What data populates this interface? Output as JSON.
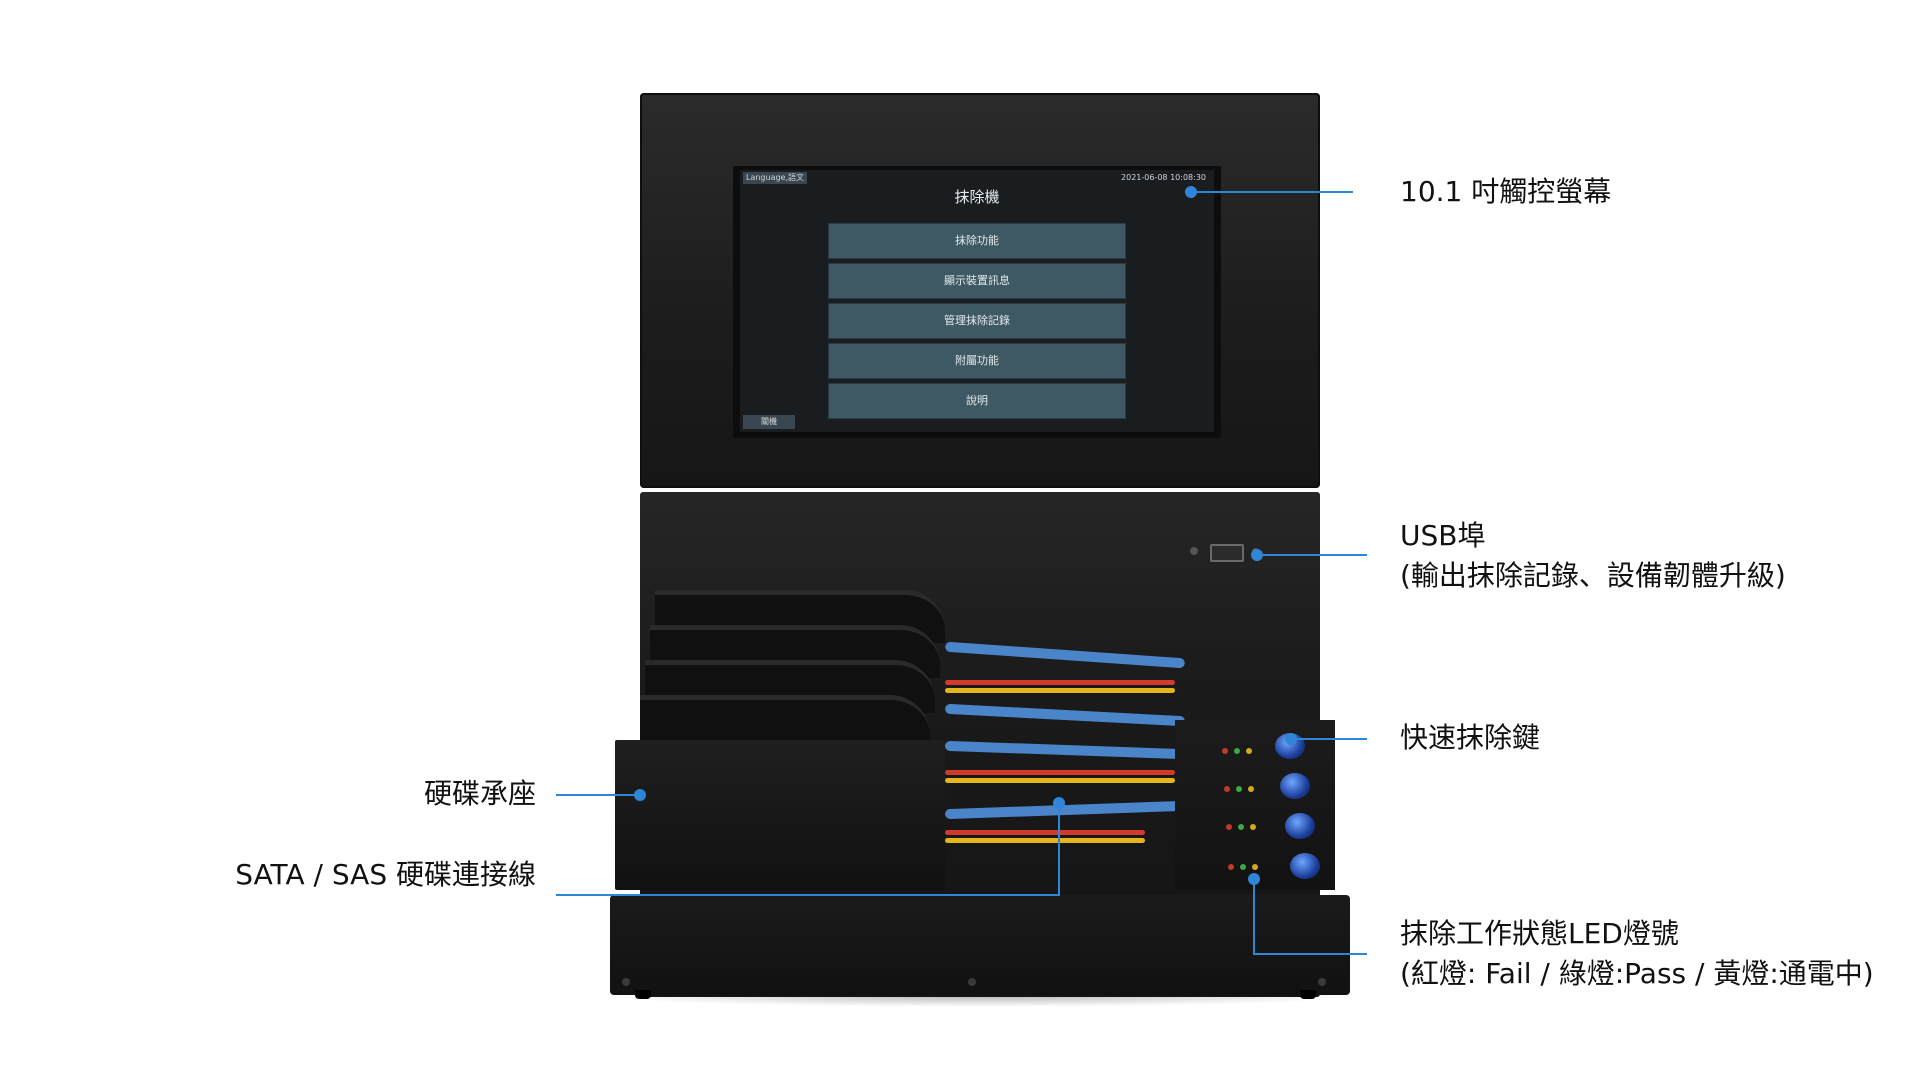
{
  "screen": {
    "language_button": "Language,語文",
    "datetime": "2021-06-08 10:08:30",
    "title": "抹除機",
    "menu": [
      {
        "label": "抹除功能"
      },
      {
        "label": "顯示裝置訊息"
      },
      {
        "label": "管理抹除記錄"
      },
      {
        "label": "附屬功能"
      },
      {
        "label": "說明"
      }
    ],
    "shutdown_button": "關機"
  },
  "callouts": {
    "touchscreen": "10.1 吋觸控螢幕",
    "usb_port": "USB埠",
    "usb_port_note": "(輸出抹除記錄、設備韌體升級)",
    "quick_erase": "快速抹除鍵",
    "hdd_tray": "硬碟承座",
    "sata_cable": "SATA / SAS 硬碟連接線",
    "led_status": "抹除工作狀態LED燈號",
    "led_status_note": "(紅燈: Fail / 綠燈:Pass / 黃燈:通電中)"
  },
  "colors": {
    "callout_line": "#2f86d6",
    "menu_button": "#3e5963",
    "knob_blue": "#2a5ad0"
  }
}
